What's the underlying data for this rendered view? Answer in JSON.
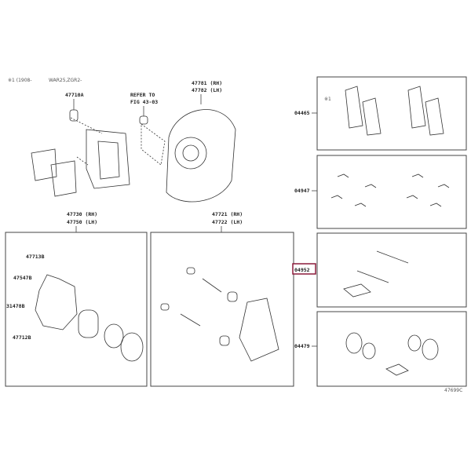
{
  "header_notes": {
    "note1": "※1 (1908-",
    "note2": "WAR25,ZGR2-"
  },
  "top_parts": {
    "bolt": "47710A",
    "refer_line1": "REFER TO",
    "refer_line2": "FIG 43-03",
    "dust_cover_rh": "47781 (RH)",
    "dust_cover_lh": "47782 (LH)"
  },
  "left_box": {
    "title_rh": "47730 (RH)",
    "title_lh": "47750 (LH)",
    "parts": [
      "47713B",
      "47547B",
      "31478B",
      "47712B"
    ]
  },
  "middle_box": {
    "title_rh": "47721 (RH)",
    "title_lh": "47722 (LH)"
  },
  "kits": [
    {
      "code": "04465",
      "highlighted": false,
      "note": "※1"
    },
    {
      "code": "04947",
      "highlighted": false
    },
    {
      "code": "04952",
      "highlighted": true
    },
    {
      "code": "04479",
      "highlighted": false
    }
  ],
  "highlight_color": "#8b1a3a",
  "figure_id": "47699C"
}
